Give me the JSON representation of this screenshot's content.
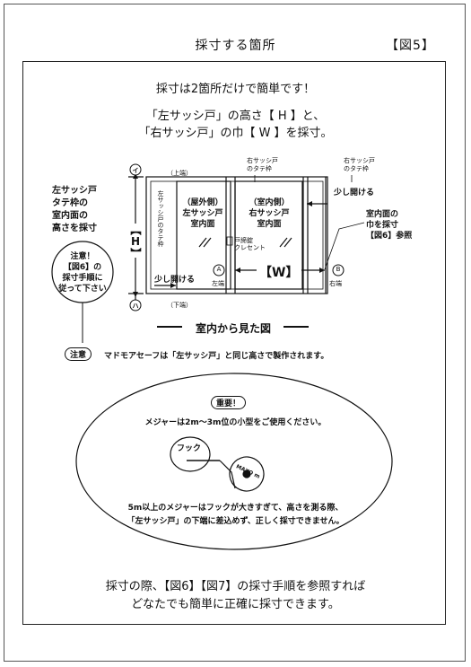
{
  "header": {
    "title": "採寸する箇所",
    "figure_no": "【図5】"
  },
  "intro": {
    "line1": "採寸は2箇所だけで簡単です！",
    "line2": "「左サッシ戸」の高さ【 H 】と、",
    "line3": "「右サッシ戸」の巾【 W 】を採寸。"
  },
  "diagram": {
    "left_note": [
      "左サッシ戸",
      "タテ枠の",
      "室内面の",
      "高さを採寸"
    ],
    "label_i": "イ",
    "label_ha": "ハ",
    "upper_end": "（上端）",
    "lower_end": "（下端）",
    "h_label": "【H】",
    "w_label": "【W】",
    "left_frame_vertical": "左サッシ戸のタテ枠",
    "right_frame_note1": [
      "右サッシ戸",
      "のタテ枠"
    ],
    "right_frame_note2": [
      "右サッシ戸",
      "のタテ枠"
    ],
    "outdoor_left": [
      "（屋外側）",
      "左サッシ戸",
      "室内面"
    ],
    "indoor_right": [
      "（室内側）",
      "右サッシ戸",
      "室内面"
    ],
    "lock_label": [
      "戸締錠",
      "クレセント"
    ],
    "open_slightly_right": "少し開ける",
    "open_slightly_left": "少し開ける",
    "right_measure_note": [
      "室内面の",
      "巾を採寸",
      "【図6】参照"
    ],
    "point_a": "A",
    "point_b": "B",
    "left_end": "左端",
    "right_end": "右端",
    "caution_bubble": [
      "注意！",
      "【図6】の",
      "採寸手順に",
      "従って下さい"
    ],
    "view_caption": "室内から見た図"
  },
  "caution": {
    "badge": "注意",
    "text": "マドモアセーフは「左サッシ戸」と同じ高さで製作されます。"
  },
  "important": {
    "badge": "重要！",
    "line1": "メジャーは2m～3m位の小型をご使用ください。",
    "hook_label": "フック",
    "tape_brand": "MAXO m",
    "line2": "5m以上のメジャーはフックが大きすぎて、高さを測る際、",
    "line3": "「左サッシ戸」の下端に差込めず、正しく採寸できません。"
  },
  "footer": {
    "line1": "採寸の際、【図6】【図7】の採寸手順を参照すれば",
    "line2": "どなたでも簡単に正確に採寸できます。"
  }
}
